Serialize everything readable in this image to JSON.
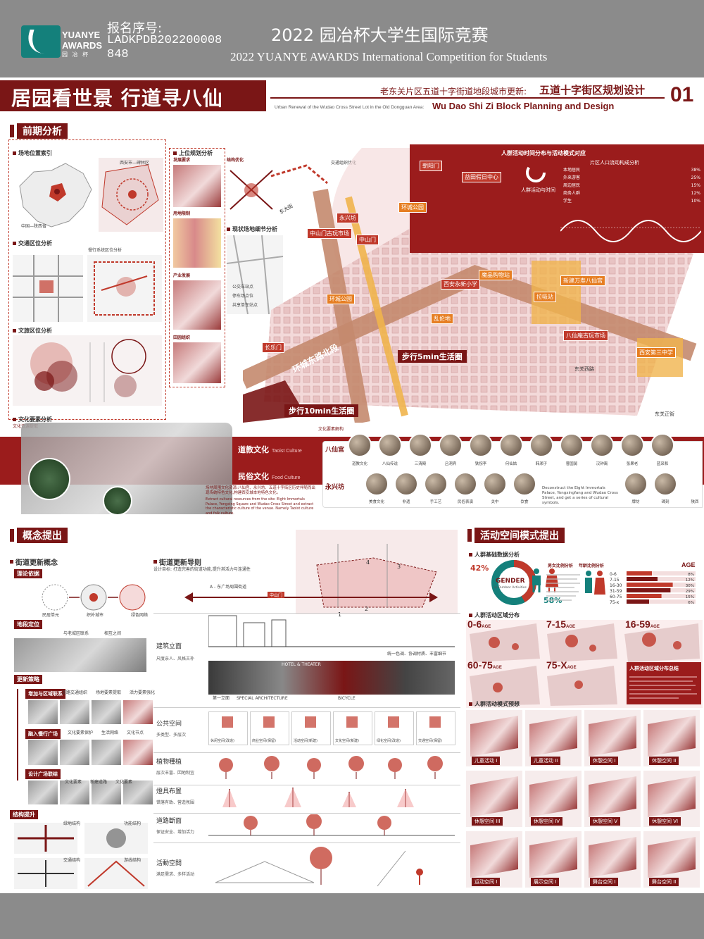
{
  "header": {
    "logo_text": "YUANYE AWARDS",
    "logo_sub": "园 冶 杯",
    "reg_label": "报名序号:",
    "reg_number": "LADKPDB202200008848",
    "competition_cn": "2022 园冶杯大学生国际竞赛",
    "competition_en": "2022 YUANYE AWARDS International Competition for  Students"
  },
  "title": {
    "main": "居园看世景 行道寻八仙",
    "sub_cn_prefix": "老东关片区五道十字街道地段城市更新:",
    "sub_cn_name": "五道十字街区规划设计",
    "sub_en_prefix": "Urban Renewal of the Wudao Cross Street Lot in the Old Dongguan Area:",
    "sub_en_name": "Wu Dao Shi Zi Block Planning and Design",
    "page_number": "01"
  },
  "section_preliminary": {
    "tag": "前期分析",
    "site_location": "场地位置索引",
    "site_sub1": "西安市—碑林区",
    "site_sub2": "中国—陕西省",
    "traffic": "交通区位分析",
    "traffic_sub": "慢行系统区位分析",
    "culture": "文旅区位分析",
    "culture_sub": "文化要素分析",
    "culture_foot": "文化资源提取",
    "upper_planning": "上位规划分析",
    "dev_req": "发展要求",
    "land_ctrl": "用地限制",
    "industry": "产业发展",
    "landscape": "田园组织",
    "status": "现状场地细节分析",
    "legend": [
      "公交车站点",
      "停车场点位",
      "共享单车站点"
    ],
    "struct_opt": "结构优化",
    "traffic_org": "交通组织优化"
  },
  "map_labels": {
    "red": [
      "朝阳门",
      "益田假日中心",
      "永兴坊",
      "中山门古玩市场",
      "中山门",
      "西安永新小学",
      "八仙庵古玩市场",
      "长乐门"
    ],
    "orange": [
      "环城公园",
      "环城公园",
      "西安第三中学",
      "魔晶购物站",
      "新建万寿八仙宫",
      "拉吸站",
      "乱伦地"
    ],
    "street_east": "东大街",
    "street_ring": "环城东路北段",
    "street_dongguan": "东关正街",
    "street_xiyi": "东关西路",
    "walk5": "步行5min生活圈",
    "walk10": "步行10min生活圈"
  },
  "crowd_panel": {
    "title": "人群活动时间分布与活动模式对应",
    "sub1": "片区人口流动构成分析",
    "sub2": "人群活动与时间",
    "rows": [
      {
        "label": "本地居民",
        "pct": "38%"
      },
      {
        "label": "外来游客",
        "pct": "25%"
      },
      {
        "label": "周边居民",
        "pct": "15%"
      },
      {
        "label": "商务人群",
        "pct": "12%"
      },
      {
        "label": "学生",
        "pct": "10%"
      }
    ]
  },
  "culture_strip": {
    "taoist": "道教文化",
    "taoist_en": "Taoist Culture",
    "food": "民俗文化",
    "food_en": "Food Culture",
    "note_cn": "场地周围文化资源:八仙宫、永兴坊、五道十字街区历史伴随而出现传统特色文化,构建西安城本地特色文化。",
    "note_en": "Extract cultural resources from the site: Eight Immortals Palace, Yongxing Square and Wudao Cross Street and extract the characteristic culture of the venue. Namely Taoist culture and folk culture.",
    "elements_title": "文化要素解构",
    "baxian": "八仙宫",
    "yongxing": "永兴坊",
    "right_note": "Deconstruct the Eight Immortals Palace, Yongxingfang and Wudao Cross Street, and get a series of cultural symbols.",
    "row1_labels": [
      "道教文化",
      "八仙传说",
      "三清殿",
      "吕洞宾",
      "铁拐李",
      "何仙姑",
      "韩湘子",
      "曹国舅",
      "汉钟离",
      "张果老",
      "蓝采和"
    ],
    "row2_labels": [
      "美食文化",
      "非遗",
      "手工艺",
      "民俗表演",
      "关中",
      "饮食",
      "牌坊",
      "碑刻",
      "陕西"
    ]
  },
  "section_concept": {
    "tag": "概念提出",
    "renewal": "街道更新概念",
    "theory": "理论依据",
    "theory_labels": [
      "民居单元",
      "织补城市",
      "绿色网络"
    ],
    "location": "地段定位",
    "loc_sub1": "与老城区联系",
    "loc_sub2": "相互之间",
    "strategy": "更新策略",
    "strat_boxes": [
      "增加与区域联系",
      "融入慢行广场",
      "设计广场联结"
    ],
    "strat_labels": [
      "道路交通组织",
      "场地要素提取",
      "活力要素强化",
      "文化要素保护",
      "生活网络",
      "文化要素",
      "新建道路",
      "文化要素",
      "文化节点"
    ],
    "structure": "结构提升",
    "struct_labels": [
      "绿地结构",
      "功能结构",
      "交通结构",
      "游线结构"
    ]
  },
  "section_guide": {
    "title": "街道更新导则",
    "note": "设计目标: 打造完善的街道功能,提升其活力与连通性",
    "arrow_label": "A - 东广场周围街道",
    "zone_labels": [
      "1",
      "2",
      "3",
      "4"
    ],
    "center_label": "中山门",
    "facade_title": "建筑立面",
    "facade_sub": "尺度亲人、风格古朴",
    "facade_labels": [
      "第一立面",
      "SPECIAL ARCHITECTURE",
      "HOTEL & THEATER",
      "BICYCLE"
    ],
    "facade_note": "统一色调、协调材质、丰富细节",
    "rows": [
      {
        "title": "公共空间",
        "sub": "多类型、多层次"
      },
      {
        "title": "植物種植",
        "sub": "层次丰富、因地制宜"
      },
      {
        "title": "燈具布置",
        "sub": "错落有致、营造氛围"
      },
      {
        "title": "道路斷面",
        "sub": "保证安全、增加活力"
      },
      {
        "title": "活動空間",
        "sub": "满足需求、多样活动"
      }
    ],
    "public_space_labels": [
      "休闲空间(改造)",
      "商业空间(保留)",
      "活动空间(新建)",
      "文化空间(新建)",
      "绿化空间(改造)",
      "交通空间(保留)"
    ]
  },
  "section_activity": {
    "tag": "活动空间模式提出",
    "basic": "人群基础数据分析",
    "gender_pct_f": "42%",
    "gender_pct_m": "58%",
    "gender_word": "GENDER",
    "gender_sub": "in Outdoor Activities",
    "gender_note": "男女比例分析",
    "age_note": "年龄比例分析",
    "age_title": "AGE",
    "ages": [
      {
        "label": "0-6",
        "pct": "8%",
        "value": 0.45
      },
      {
        "label": "7-15",
        "pct": "12%",
        "value": 0.55
      },
      {
        "label": "16-30",
        "pct": "30%",
        "value": 0.82
      },
      {
        "label": "31-59",
        "pct": "29%",
        "value": 0.78
      },
      {
        "label": "60-75",
        "pct": "15%",
        "value": 0.62
      },
      {
        "label": "75-x",
        "pct": "6%",
        "value": 0.4
      }
    ],
    "distribution": "人群活动区域分布",
    "dist_ages": [
      "0-6",
      "7-15",
      "16-59",
      "60-75",
      "75-X"
    ],
    "dist_suffix": "AGE",
    "dist_summary": "人群活动区域分布总结",
    "mode": "人群活动模式预想",
    "modes": [
      "儿童活动 I",
      "儿童活动 II",
      "休憩空间 I",
      "休憩空间 II",
      "休憩空间 III",
      "休憩空间 IV",
      "休憩空间 V",
      "休憩空间 VI",
      "运动空间 I",
      "展示空间 I",
      "舞台空间 I",
      "舞台空间 II"
    ]
  }
}
